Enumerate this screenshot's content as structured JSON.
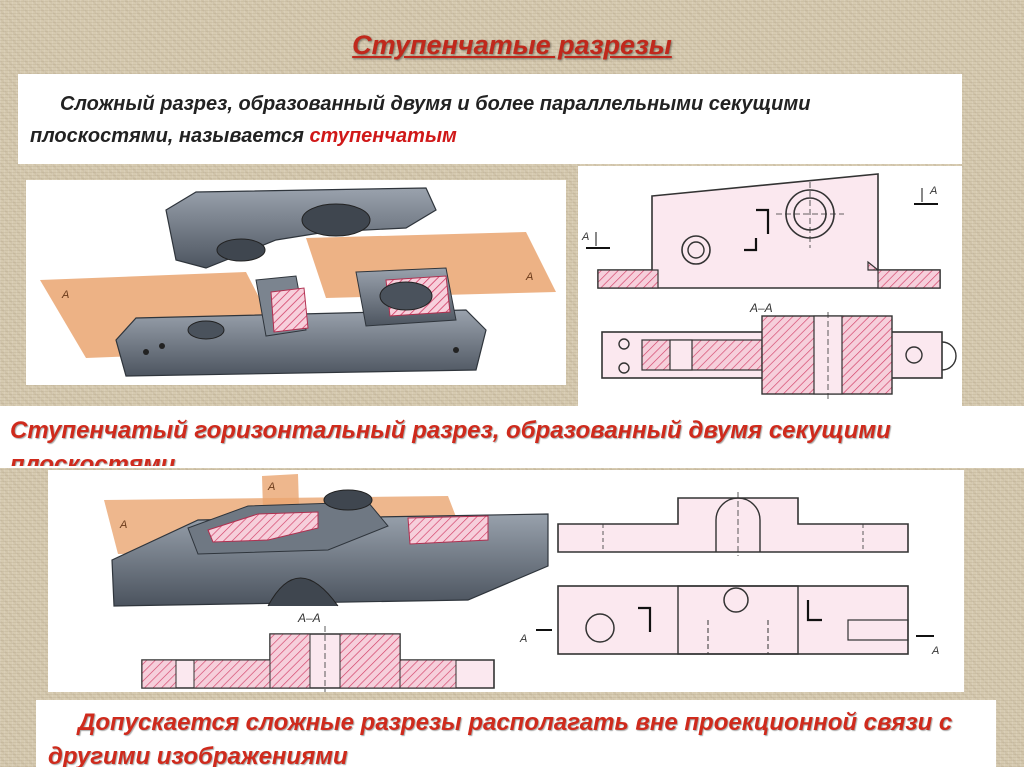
{
  "slide": {
    "title": "Ступенчатые разрезы",
    "definition_prefix": "Сложный разрез, образованный двумя и более параллельными секущими плоскостями, называется ",
    "definition_highlight": "ступенчатым",
    "caption_1": "Ступенчатый горизонтальный разрез, образованный двумя секущими плоскостями",
    "note": "Допускается сложные разрезы располагать вне проекционной связи с другими изображениями"
  },
  "figures": {
    "plane_label": "А",
    "section_label": "А–А"
  },
  "colors": {
    "title_red": "#c0281c",
    "highlight_red": "#d01818",
    "plane_orange": "#e8a46e",
    "hatch_pink": "#e06a8a",
    "metal_gray": "#6b7480"
  }
}
